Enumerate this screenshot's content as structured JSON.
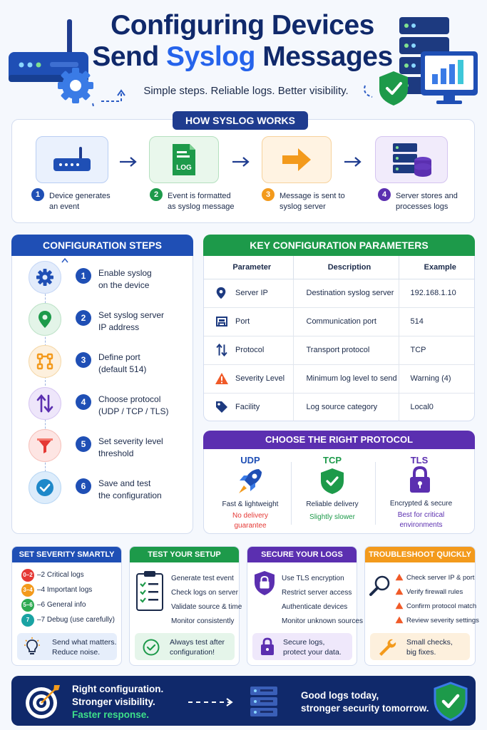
{
  "header": {
    "title_line1": "Configuring Devices",
    "title_line2_a": "Send",
    "title_line2_b": "Syslog",
    "title_line2_c": "Messages",
    "subtitle": "Simple steps. Reliable logs. Better visibility."
  },
  "how": {
    "title": "HOW SYSLOG WORKS",
    "steps": [
      {
        "num": "1",
        "label": "Device generates\nan event",
        "icon": "router-icon"
      },
      {
        "num": "2",
        "label": "Event is formatted\nas syslog message",
        "icon": "log-file-icon",
        "badge": "LOG"
      },
      {
        "num": "3",
        "label": "Message is sent to\nsyslog server",
        "icon": "arrow-right-icon"
      },
      {
        "num": "4",
        "label": "Server stores and\nprocesses logs",
        "icon": "server-database-icon"
      }
    ]
  },
  "config": {
    "title": "CONFIGURATION STEPS",
    "steps": [
      {
        "num": "1",
        "label": "Enable syslog\non the device",
        "icon": "gear-icon"
      },
      {
        "num": "2",
        "label": "Set syslog server\nIP address",
        "icon": "location-pin-icon"
      },
      {
        "num": "3",
        "label": "Define port\n(default 514)",
        "icon": "port-icon"
      },
      {
        "num": "4",
        "label": "Choose protocol\n(UDP / TCP / TLS)",
        "icon": "up-down-arrows-icon"
      },
      {
        "num": "5",
        "label": "Set severity level\nthreshold",
        "icon": "funnel-icon"
      },
      {
        "num": "6",
        "label": "Save and test\nthe configuration",
        "icon": "check-icon"
      }
    ]
  },
  "params": {
    "title": "KEY CONFIGURATION PARAMETERS",
    "headers": [
      "Parameter",
      "Description",
      "Example"
    ],
    "rows": [
      {
        "name": "Server IP",
        "desc": "Destination syslog server",
        "example": "192.168.1.10",
        "icon": "location-pin-icon"
      },
      {
        "name": "Port",
        "desc": "Communication port",
        "example": "514",
        "icon": "port-icon"
      },
      {
        "name": "Protocol",
        "desc": "Transport protocol",
        "example": "TCP",
        "icon": "up-down-arrows-icon"
      },
      {
        "name": "Severity Level",
        "desc": "Minimum log level to send",
        "example": "Warning (4)",
        "icon": "warning-icon"
      },
      {
        "name": "Facility",
        "desc": "Log source category",
        "example": "Local0",
        "icon": "tag-icon"
      }
    ]
  },
  "protocol": {
    "title": "CHOOSE THE RIGHT PROTOCOL",
    "items": [
      {
        "name": "UDP",
        "desc": "Fast & lightweight",
        "note": "No delivery\nguarantee",
        "icon": "rocket-icon"
      },
      {
        "name": "TCP",
        "desc": "Reliable delivery",
        "note": "Slightly slower",
        "icon": "shield-check-icon"
      },
      {
        "name": "TLS",
        "desc": "Encrypted & secure",
        "note": "Best for critical\nenvironments",
        "icon": "lock-icon"
      }
    ]
  },
  "severity": {
    "title": "SET SEVERITY SMARTLY",
    "rows": [
      {
        "range": "0–2",
        "label": "–2  Critical logs"
      },
      {
        "range": "3–4",
        "label": "–4  Important logs"
      },
      {
        "range": "5–6",
        "label": "–6  General info"
      },
      {
        "range": "7",
        "label": "–7  Debug (use carefully)"
      }
    ],
    "tip": "Send what matters.\nReduce noise."
  },
  "test": {
    "title": "TEST YOUR SETUP",
    "rows": [
      "Generate test event",
      "Check logs on server",
      "Validate source & time",
      "Monitor consistently"
    ],
    "tip": "Always test after\nconfiguration!"
  },
  "secure": {
    "title": "SECURE YOUR LOGS",
    "rows": [
      "Use TLS encryption",
      "Restrict server access",
      "Authenticate devices",
      "Monitor unknown sources"
    ],
    "tip": "Secure logs,\nprotect your data."
  },
  "trouble": {
    "title": "TROUBLESHOOT QUICKLY",
    "rows": [
      "Check server IP & port",
      "Verify firewall rules",
      "Confirm protocol match",
      "Review severity settings"
    ],
    "tip": "Small checks,\nbig fixes."
  },
  "footer": {
    "left_line1": "Right configuration.",
    "left_line2": "Stronger visibility.",
    "left_line3": "Faster response.",
    "right_line1": "Good logs today,",
    "right_line2": "stronger security tomorrow."
  },
  "colors": {
    "navy": "#1f3c8f",
    "blue": "#1f4fb5",
    "green": "#1d9a4a",
    "orange": "#f39a1c",
    "purple": "#5b2fb0",
    "footer_bg": "#10296b"
  }
}
